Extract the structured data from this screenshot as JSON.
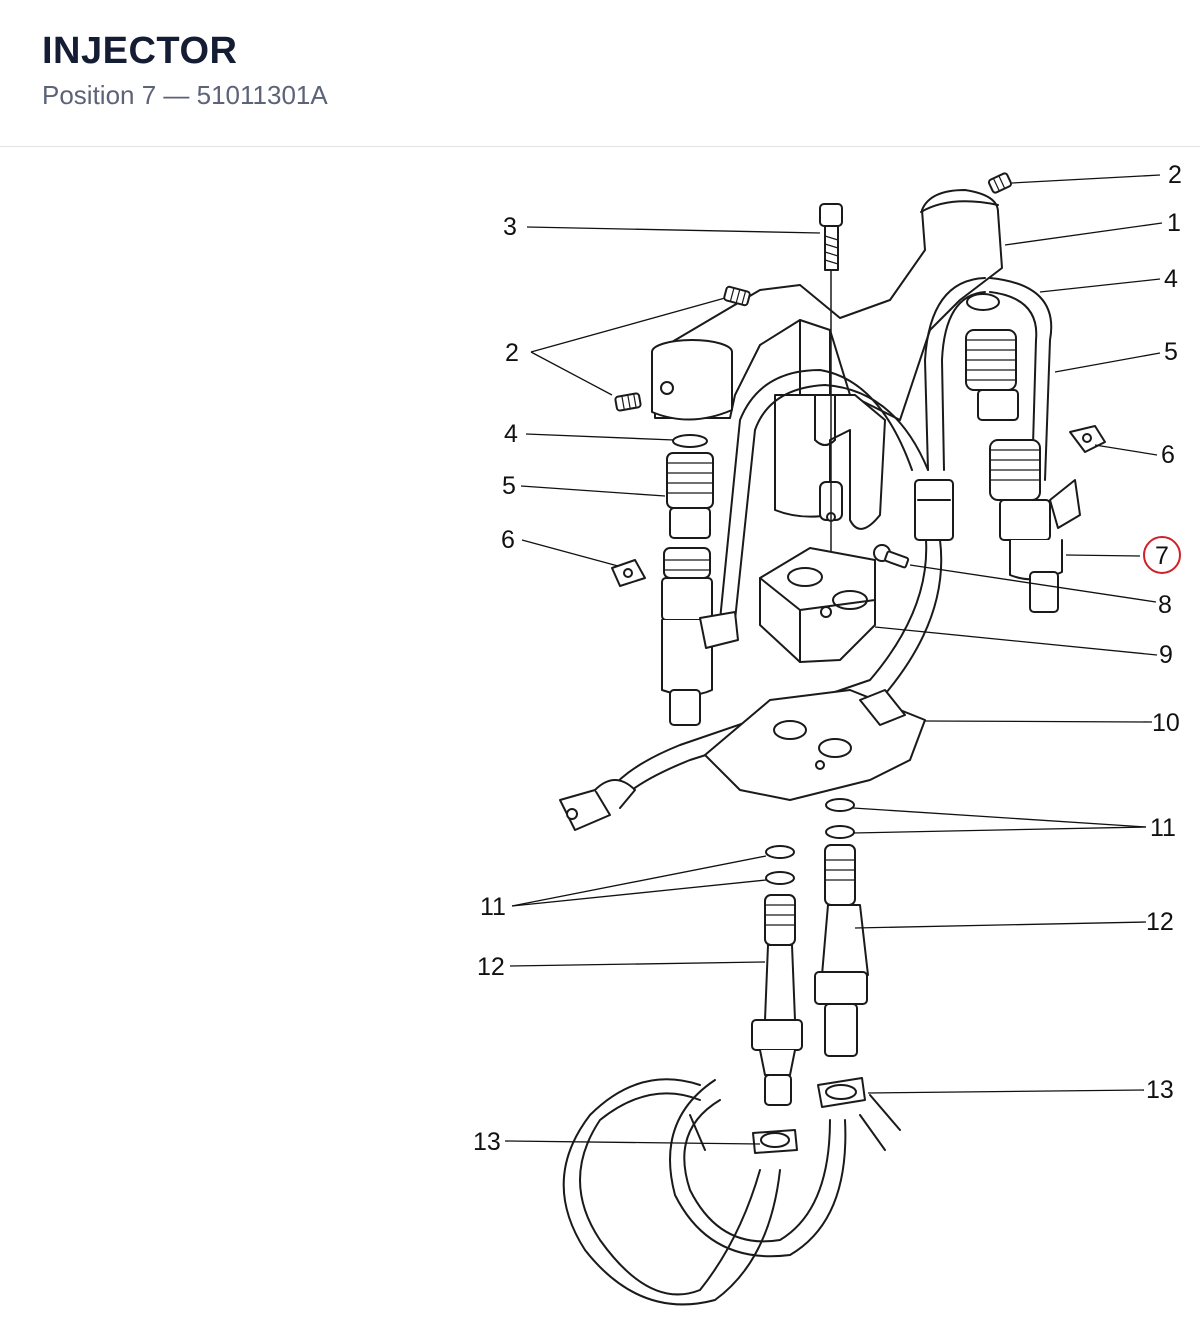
{
  "header": {
    "title": "INJECTOR",
    "subtitle": "Position 7 — 51011301A"
  },
  "diagram": {
    "callouts": [
      "2",
      "1",
      "3",
      "4",
      "2",
      "5",
      "4",
      "6",
      "5",
      "6",
      "7",
      "8",
      "9",
      "10",
      "11",
      "11",
      "12",
      "12",
      "13",
      "13"
    ],
    "highlight_index": 10,
    "highlight_color": "#d0202a"
  }
}
